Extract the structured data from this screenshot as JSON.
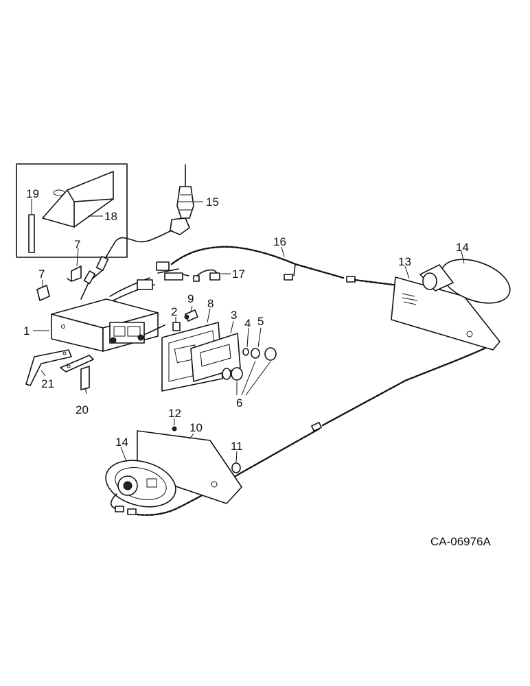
{
  "figure_code": "CA-06976A",
  "callouts": {
    "c1": "1",
    "c2": "2",
    "c3": "3",
    "c4": "4",
    "c5": "5",
    "c6": "6",
    "c7a": "7",
    "c7b": "7",
    "c8": "8",
    "c9": "9",
    "c10": "10",
    "c11": "11",
    "c12": "12",
    "c13": "13",
    "c14a": "14",
    "c14b": "14",
    "c15": "15",
    "c16": "16",
    "c17": "17",
    "c18": "18",
    "c19": "19",
    "c20": "20",
    "c21": "21"
  }
}
